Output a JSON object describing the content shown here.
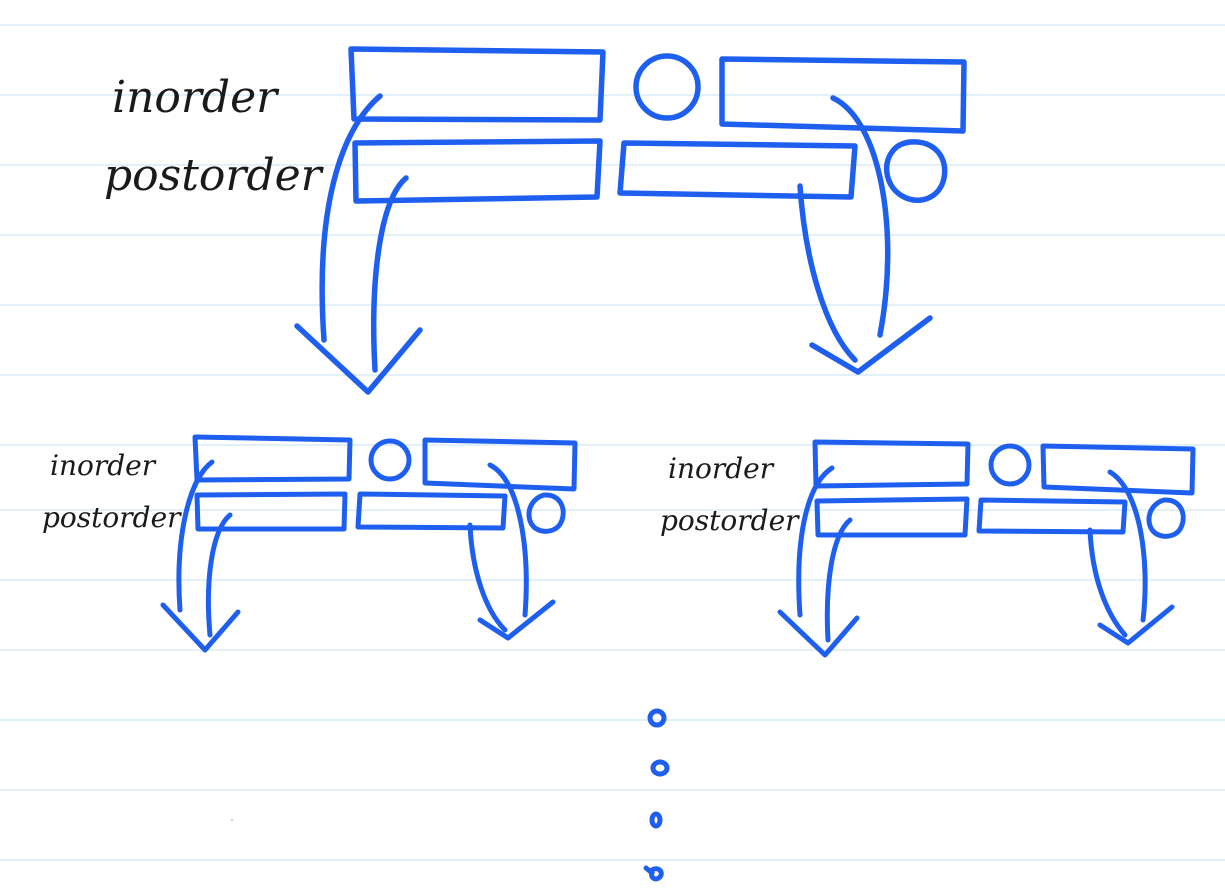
{
  "labels": {
    "top": {
      "inorder": "inorder",
      "postorder": "postorder"
    },
    "left": {
      "inorder": "inorder",
      "postorder": "postorder"
    },
    "right": {
      "inorder": "inorder",
      "postorder": "postorder"
    }
  },
  "colors": {
    "ink": "#1f5ff0",
    "text": "#1a1a1a",
    "ruled_line": "#cfe6f5",
    "paper": "#ffffff"
  },
  "continuation": "vertical dots indicating recursion continues"
}
